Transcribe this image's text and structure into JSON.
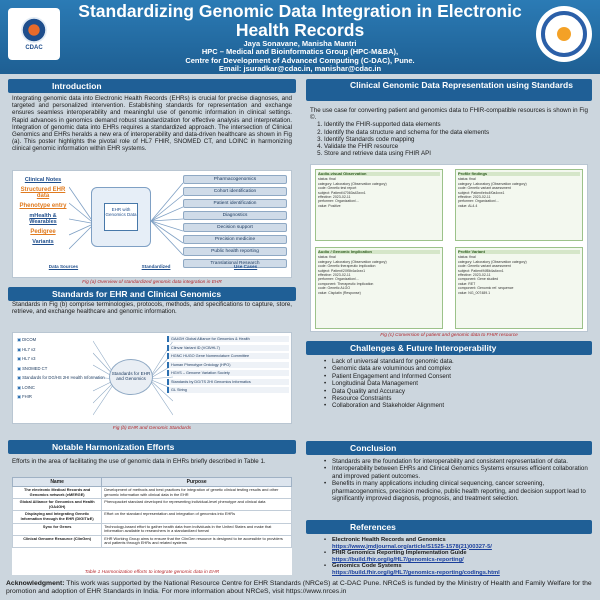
{
  "header": {
    "title": "Standardizing Genomic Data Integration in Electronic Health Records",
    "authors": "Jaya Sonavane, Manisha Mantri",
    "affil1": "HPC – Medical and Bioinformatics Group (HPC-M&BA),",
    "affil2": "Centre for Development of Advanced Computing (C-DAC), Pune.",
    "email": "Email: jsuradkar@cdac.in, manishar@cdac.in",
    "left_logo_text": "CDAC"
  },
  "intro": {
    "heading": "Introduction",
    "text": "Integrating genomic data into Electronic Health Records (EHRs) is crucial for precise diagnoses, and targeted and personalized intervention. Establishing standards for representation and exchange ensures seamless interoperability and meaningful use of genomic information in clinical settings. Rapid advances in genomics demand robust standardization for effective analysis and interpretation. Integration of genomic data into EHRs requires a standardized approach. The intersection of Clinical Genomics and EHRs heralds a new era of interoperability and data-driven healthcare as shown in Fig (a). This poster highlights the pivotal role of HL7 FHIR, SNOMED CT, and LOINC in harmonizing clinical genomic information within EHR systems."
  },
  "fig_a": {
    "left": [
      "Clinical Notes",
      "Structured EHR data",
      "Phenotype entry",
      "mHealth & Wearables",
      "Pedigree",
      "Variants"
    ],
    "center": "EHR with Genomics Data",
    "right": [
      "Pharmacogenomics",
      "Cohort identification",
      "Patient identification",
      "Diagnostics",
      "Decision support",
      "Precision medicine",
      "Public health reporting",
      "Translational Research"
    ],
    "bottom": [
      "Data Sources",
      "Standardized",
      "Use Cases"
    ],
    "caption": "Fig (a) Overview of standardized genomic data integration in EHR"
  },
  "standards": {
    "heading": "Standards for EHR and Clinical Genomics",
    "text": "Standards in Fig (b) comprise terminologies, protocols, methods, and specifications to capture, store, retrieve, and exchange healthcare and genomic information."
  },
  "fig_b": {
    "left": [
      "DICOM",
      "HL7 v2",
      "HL7 v3",
      "SNOMED CT",
      "Standards for DG/HS 2HI Health Information",
      "LOINC",
      "FHIR"
    ],
    "hub": "Standards for EHR and Genomics",
    "right": [
      "GA4GH Global Alliance for Genomics & Health",
      "Clinvar Variant ID (VCB/HL7)",
      "HGNC HUGO Gene Nomenclature Committee",
      "Human Phenotype Ontology (HPO)",
      "HGVS – Genome Variation Society",
      "Standards by DG/TS 2HI Genomics Informatics",
      "GL String"
    ],
    "caption": "Fig (b) EHR and Genomic Standards"
  },
  "notable": {
    "heading": "Notable Harmonization Efforts",
    "text": "Efforts in the area of facilitating the use of genomic data in EHRs briefly described in Table 1.",
    "columns": [
      "Name",
      "Purpose"
    ],
    "rows": [
      [
        "The electronic Medical Records and Genomics network (eMERGE)",
        "Development of methods and best practices for integration of genetic clinical testing results and other genomic information with clinical data in the EHR"
      ],
      [
        "Global Alliance for Genomics and Health (GA4GH)",
        "Phenopacket standard developed for representing individual-level phenotype and clinical data"
      ],
      [
        "Displaying and Integrating Genetic Information through the EHR (DIGITizE)",
        "Effort on the standard representation and integration of genomics into EHRs"
      ],
      [
        "Sync for Genes",
        "Technology-based effort to gather health data from individuals in the United States and make that information available to researchers in a standardized format"
      ],
      [
        "Clinical Genome Resource (ClinGen)",
        "EHR Working Group aims to ensure that the ClinGen resource is designed to be accessible to providers and patients through EHRs and related systems"
      ]
    ],
    "caption": "Table 1 Harmonization efforts to integrate genomic data in EHR"
  },
  "clinical": {
    "heading": "Clinical Genomic Data Representation using Standards",
    "text": "The use case for converting patient and genomics data to FHIR-compatible resources is shown in Fig ©.",
    "steps": [
      "Identify the FHIR-supported data elements",
      "Identify the data structure and schema for the data elements",
      "Identify Standards code mapping",
      "Validate the FHIR resource",
      "Store and retrieve data using FHIR API"
    ],
    "caption": "Fig (c) Conversion of patient and genomic data to FHIR resource"
  },
  "fig_c": {
    "boxes": [
      {
        "head": "Audio-visual Observation",
        "lines": [
          "status: final",
          "category: Laboratory (Observation category)",
          "code: Genetic test report",
          "subject: Patient/47060a43xxx1",
          "effective: 2023-02-11",
          "performer: Organization/...",
          "value: Positive"
        ]
      },
      {
        "head": "Profile findings",
        "lines": [
          "status: final",
          "category: Laboratory (Observation category)",
          "code: Genetic variant assessment",
          "subject: Patient/ebc4f0a4xxx1",
          "effective: 2023-02-11",
          "performer: Organization/...",
          "value: AL4.4"
        ]
      },
      {
        "head": "Audio / Genomic Implication",
        "lines": [
          "status: final",
          "category: Laboratory (Observation category)",
          "code: Genetic therapeutic implication",
          "subject: Patient/2Xf5b4a4xxx1",
          "effective: 2023-02-11",
          "performer: Organization/...",
          "component: Therapeutic Implication",
          "code: Genetic ALGO",
          "value: Cisplatin (Response)"
        ]
      },
      {
        "head": "Profile Variant",
        "lines": [
          "status: final",
          "category: Laboratory (Observation category)",
          "code: Genetic variant assessment",
          "subject: Patient/f4f8b4a4xxx1",
          "effective: 2023-02-11",
          "component: Gene studied",
          "value: RET",
          "component: Genomic ref. sequence",
          "value: NG_007489.1"
        ]
      }
    ]
  },
  "future": {
    "heading": "Challenges & Future Interoperability",
    "items": [
      "Lack of universal standard for genomic data.",
      "Genomic data are voluminous and complex",
      "Patient Engagement and Informed Consent",
      "Longitudinal Data Management",
      "Data Quality and Accuracy",
      "Resource Constraints",
      "Collaboration and Stakeholder Alignment"
    ]
  },
  "conclusion": {
    "heading": "Conclusion",
    "items": [
      "Standards are the foundation for interoperability and consistent representation of data.",
      "Interoperability between EHRs and Clinical Genomics Systems ensures efficient collaboration and improved patient outcomes.",
      "Benefits in many applications including clinical sequencing, cancer screening, pharmacogenomics, precision medicine, public health reporting, and decision support lead to significantly improved diagnosis, prognosis, and treatment selection."
    ]
  },
  "references": {
    "heading": "References",
    "items": [
      {
        "title": "Electronic Health Records and Genomics",
        "link": "https://www.jmdjournal.org/article/S1525-1578(21)00327-5/"
      },
      {
        "title": "FHIR Genomics Reporting Implementation Guide",
        "link": "https://build.fhir.org/ig/HL7/genomics-reporting/"
      },
      {
        "title": "Genomics Code Systems",
        "link": "https://build.fhir.org/ig/HL7/genomics-reporting/codings.html"
      }
    ]
  },
  "ack": {
    "label": "Acknowledgment:",
    "text": " This work was supported by the National Resource Centre for EHR Standards (NRCeS) at C-DAC Pune. NRCeS is funded by the Ministry of Health and Family Welfare for the promotion and adoption of EHR Standards in India. For more information about NRCeS, visit https://www.nrces.in"
  }
}
